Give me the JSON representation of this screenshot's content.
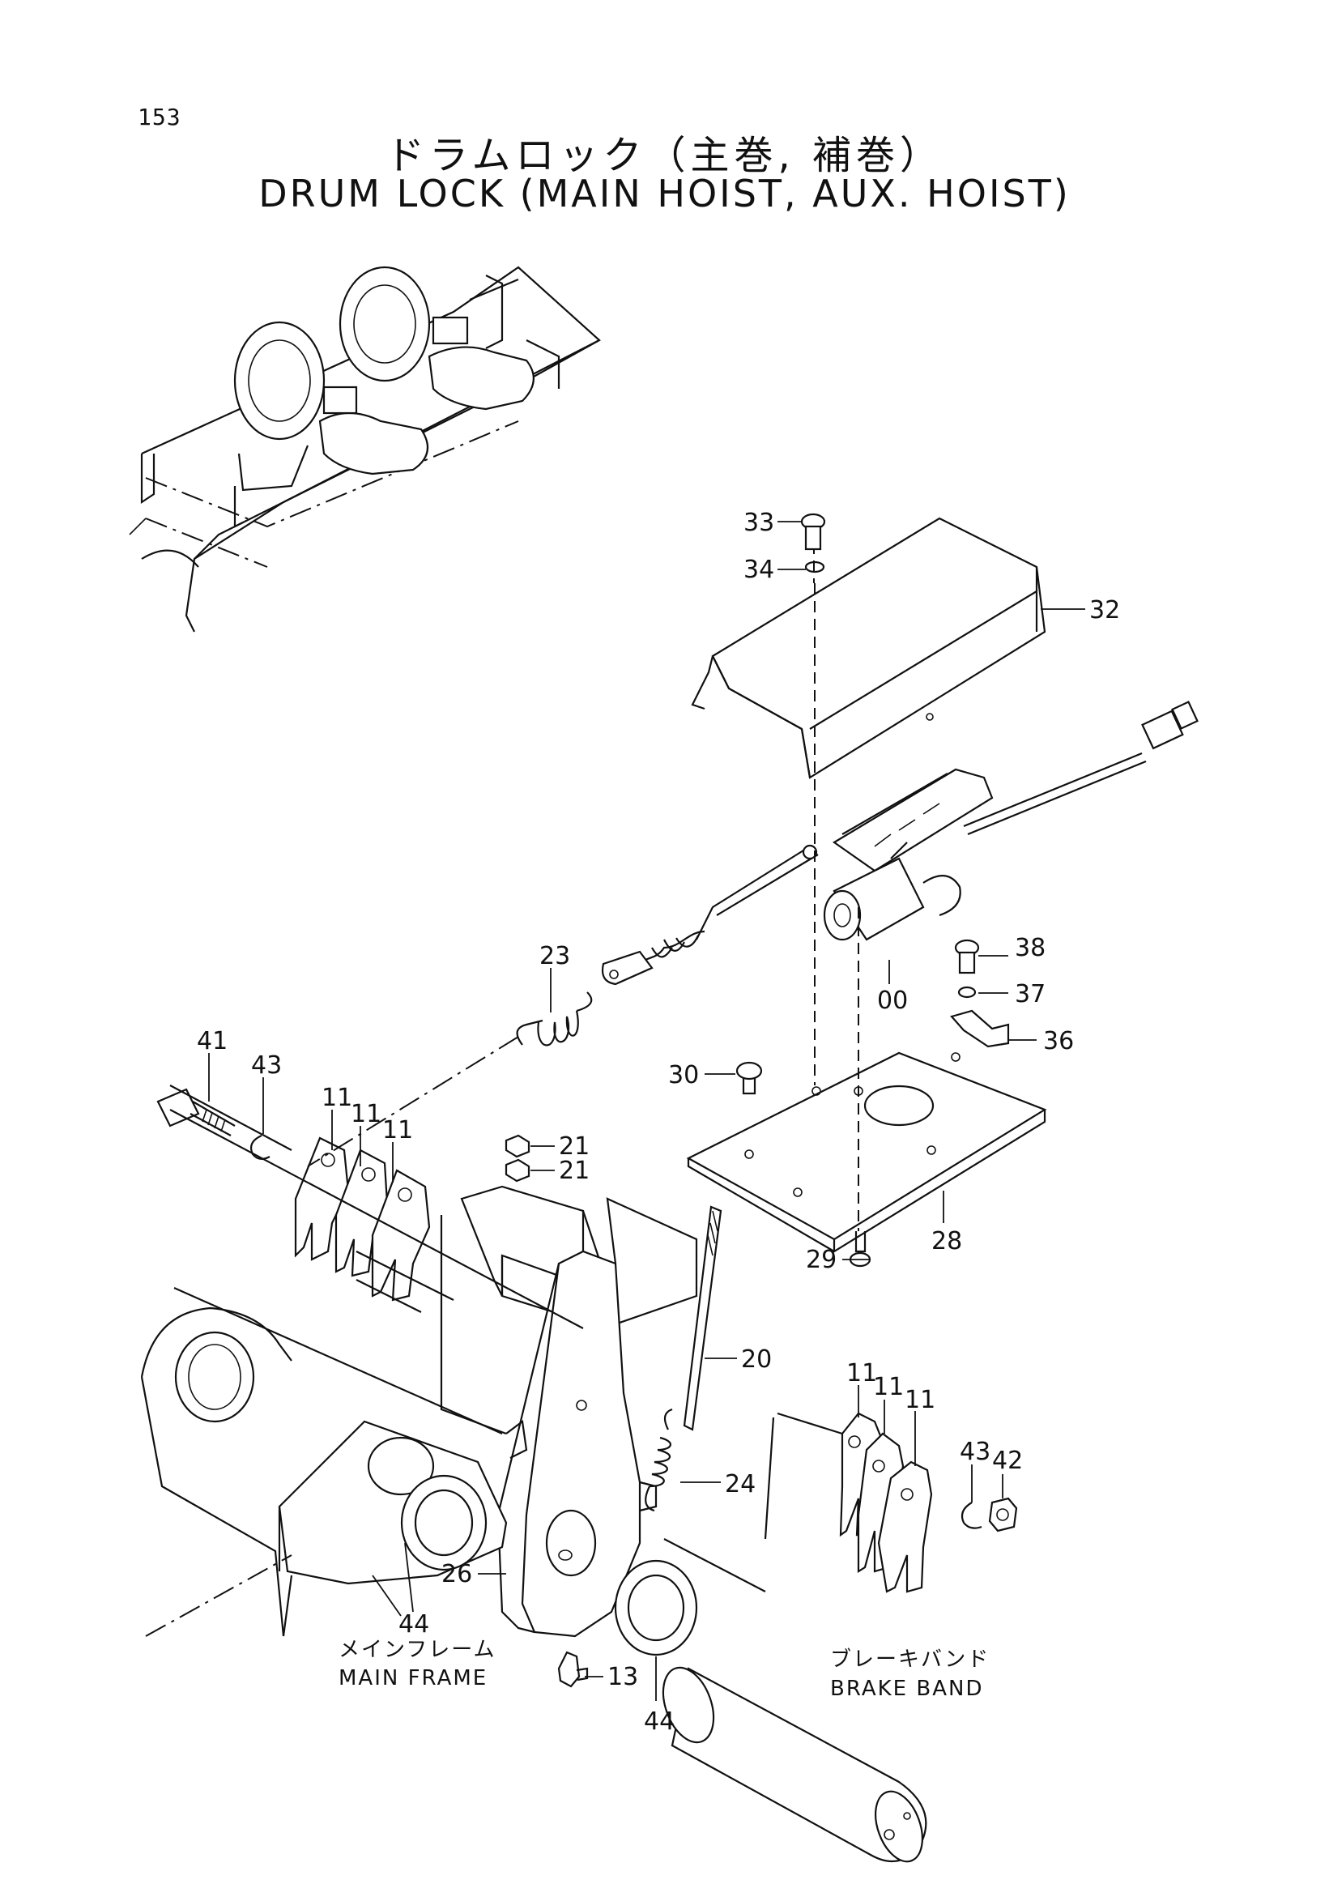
{
  "page_number": "153",
  "title_jp": "ドラムロック（主巻, 補巻）",
  "title_en": "DRUM LOCK (MAIN HOIST, AUX. HOIST)",
  "parts": {
    "p33": "33",
    "p34": "34",
    "p32": "32",
    "p38": "38",
    "p37": "37",
    "p36": "36",
    "p00": "00",
    "p23": "23",
    "p30": "30",
    "p41": "41",
    "p43a": "43",
    "p11a": "11",
    "p11b": "11",
    "p11c": "11",
    "p21a": "21",
    "p21b": "21",
    "p29": "29",
    "p28": "28",
    "p20": "20",
    "p11d": "11",
    "p11e": "11",
    "p11f": "11",
    "p43b": "43",
    "p42": "42",
    "p24": "24",
    "p26": "26",
    "p44a": "44",
    "p13": "13",
    "p44b": "44"
  },
  "captions": {
    "main_frame_jp": "メインフレーム",
    "main_frame_en": "MAIN FRAME",
    "brake_band_jp": "ブレーキバンド",
    "brake_band_en": "BRAKE BAND"
  },
  "icons": {
    "drawing": "exploded-parts-diagram"
  }
}
